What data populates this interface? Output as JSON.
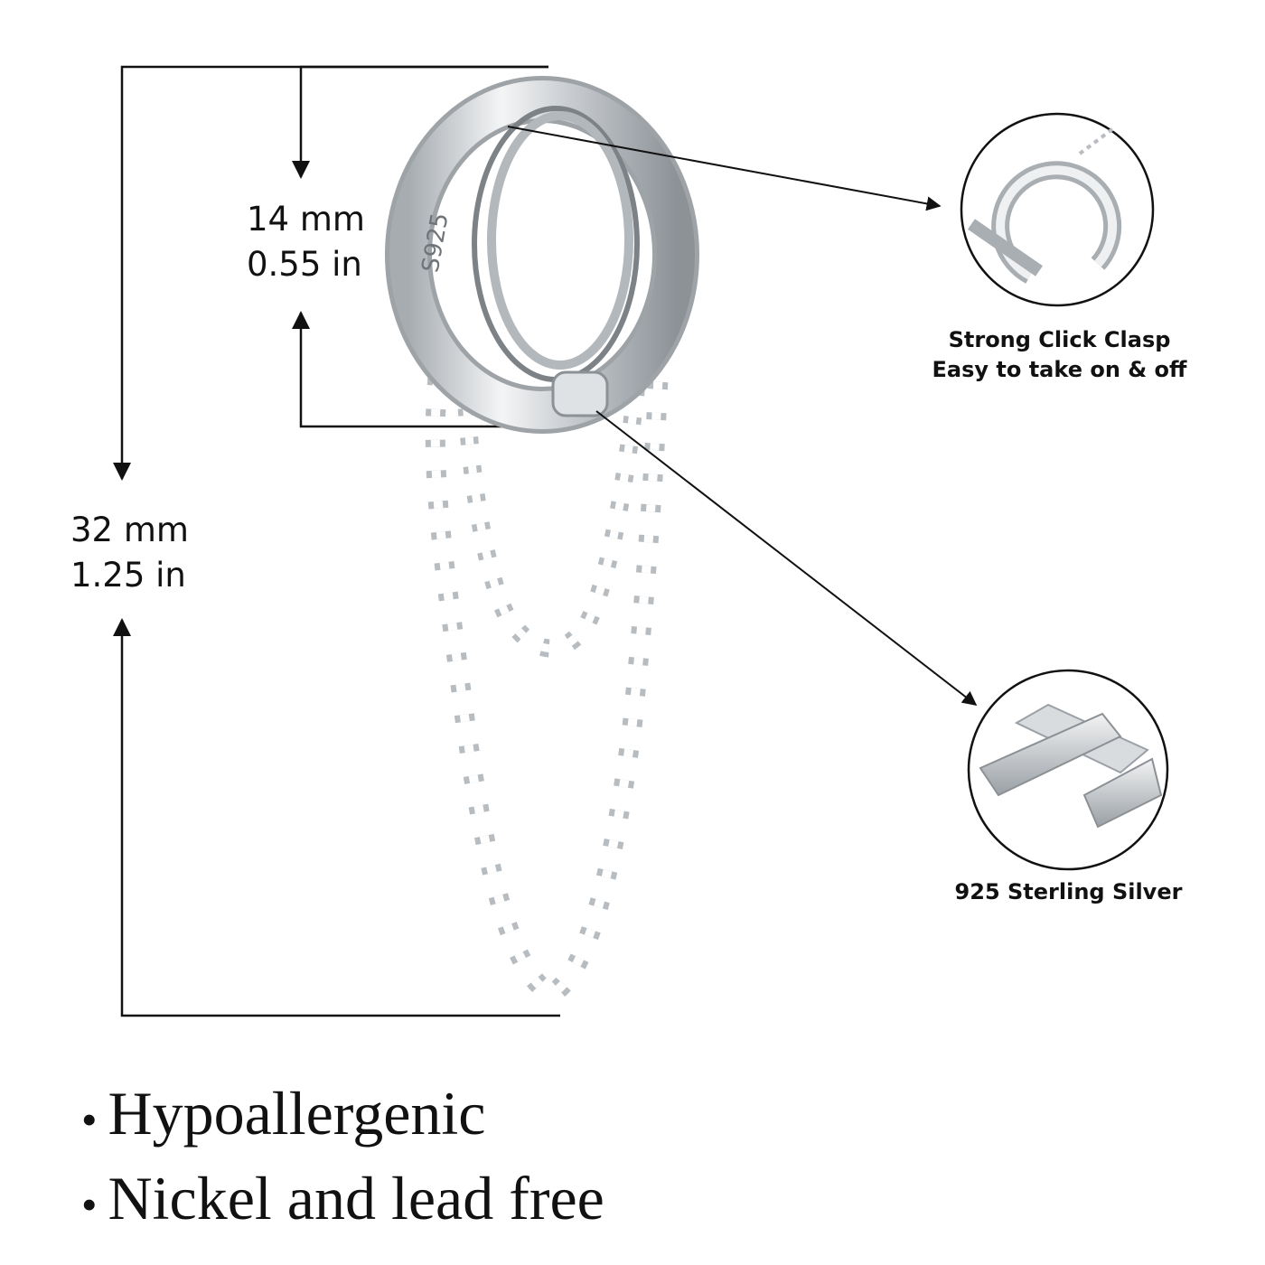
{
  "dimensions": {
    "height": {
      "mm": "32 mm",
      "in": "1.25 in"
    },
    "hoop": {
      "mm": "14 mm",
      "in": "0.55 in"
    }
  },
  "hoop_stamp": "S925",
  "callouts": [
    {
      "icon": "clasp-detail-icon",
      "line1": "Strong Click Clasp",
      "line2": "Easy to take on & off"
    },
    {
      "icon": "silver-bars-icon",
      "line1": "925 Sterling Silver",
      "line2": ""
    }
  ],
  "features": [
    "Hypoallergenic",
    "Nickel and lead free"
  ],
  "colors": {
    "silver": "#cfd3d6",
    "silver_dark": "#8c9196",
    "ink": "#111111"
  }
}
